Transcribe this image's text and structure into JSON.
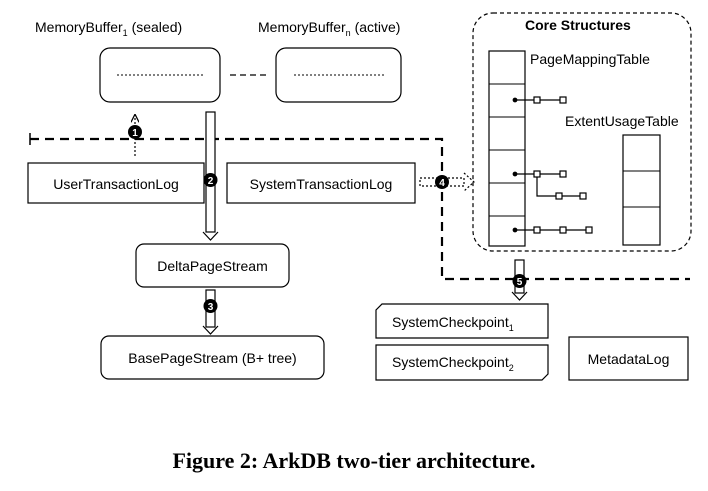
{
  "diagram": {
    "memory_buffer_sealed": {
      "label": "MemoryBuffer",
      "sub": "1",
      "suffix": " (sealed)"
    },
    "memory_buffer_active": {
      "label": "MemoryBuffer",
      "sub": "n",
      "suffix": " (active)"
    },
    "core_structures": "Core Structures",
    "page_mapping_table": "PageMappingTable",
    "extent_usage_table": "ExtentUsageTable",
    "user_transaction_log": "UserTransactionLog",
    "system_transaction_log": "SystemTransactionLog",
    "delta_page_stream": "DeltaPageStream",
    "base_page_stream": "BasePageStream (B+ tree)",
    "system_checkpoint_1": {
      "label": "SystemCheckpoint",
      "sub": "1"
    },
    "system_checkpoint_2": {
      "label": "SystemCheckpoint",
      "sub": "2"
    },
    "metadata_log": "MetadataLog",
    "step_badges": [
      "1",
      "2",
      "3",
      "4",
      "5"
    ]
  },
  "caption": "Figure 2: ArkDB two-tier architecture."
}
